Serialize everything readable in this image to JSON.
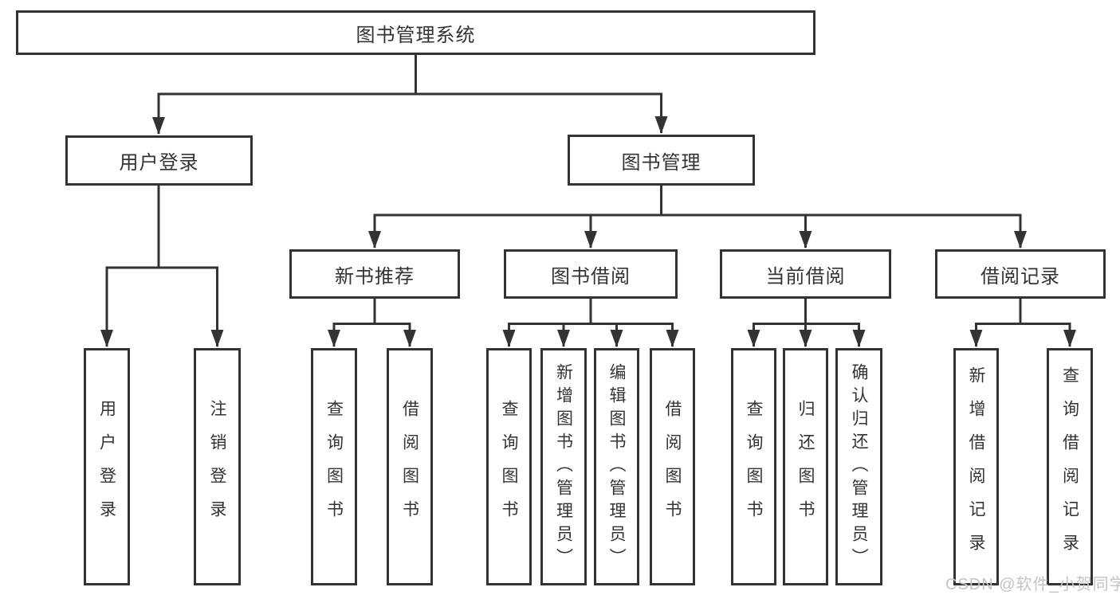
{
  "tree": {
    "label": "图书管理系统",
    "children": [
      {
        "label": "用户登录",
        "children": [
          {
            "label": "用户登录"
          },
          {
            "label": "注销登录"
          }
        ]
      },
      {
        "label": "图书管理",
        "children": [
          {
            "label": "新书推荐",
            "children": [
              {
                "label": "查询图书"
              },
              {
                "label": "借阅图书"
              }
            ]
          },
          {
            "label": "图书借阅",
            "children": [
              {
                "label": "查询图书"
              },
              {
                "label": "新增图书（管理员）"
              },
              {
                "label": "编辑图书（管理员）"
              },
              {
                "label": "借阅图书"
              }
            ]
          },
          {
            "label": "当前借阅",
            "children": [
              {
                "label": "查询图书"
              },
              {
                "label": "归还图书"
              },
              {
                "label": "确认归还（管理员）"
              }
            ]
          },
          {
            "label": "借阅记录",
            "children": [
              {
                "label": "新增借阅记录"
              },
              {
                "label": "查询借阅记录"
              }
            ]
          }
        ]
      }
    ]
  },
  "watermark": {
    "text": "CSDN @软件_小贺同学"
  },
  "colors": {
    "line": "#333333",
    "text": "#333333",
    "watermark_text": "#c4c4c4",
    "background": "#ffffff"
  }
}
